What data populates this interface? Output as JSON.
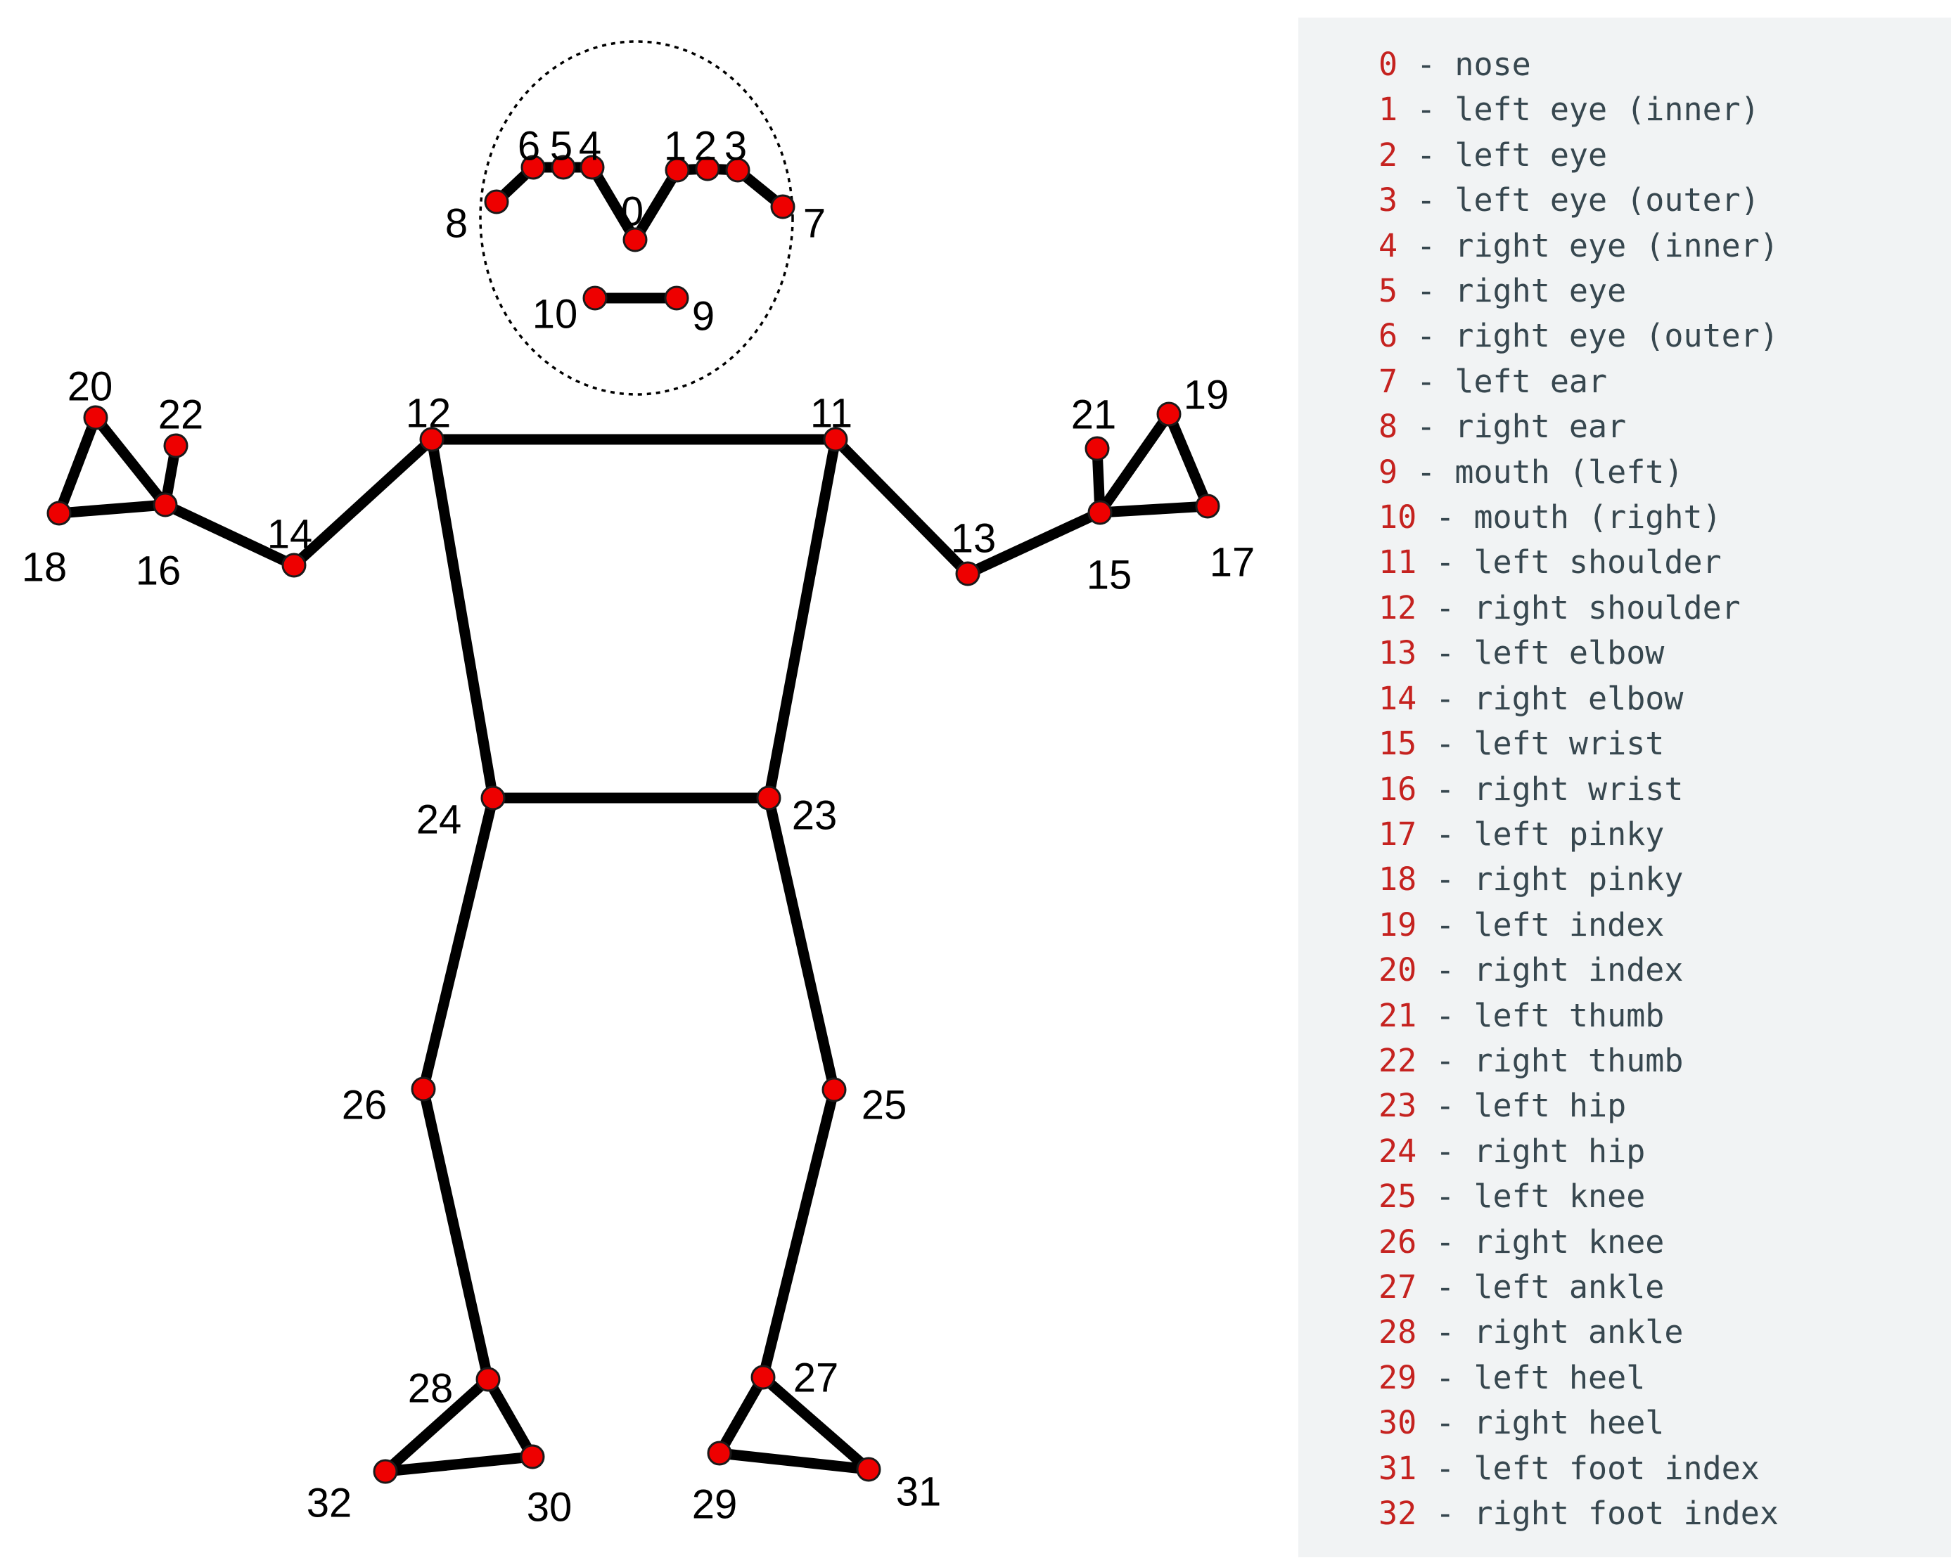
{
  "landmarks": [
    {
      "id": "0",
      "name": "nose"
    },
    {
      "id": "1",
      "name": "left eye (inner)"
    },
    {
      "id": "2",
      "name": "left eye"
    },
    {
      "id": "3",
      "name": "left eye (outer)"
    },
    {
      "id": "4",
      "name": "right eye (inner)"
    },
    {
      "id": "5",
      "name": "right eye"
    },
    {
      "id": "6",
      "name": "right eye (outer)"
    },
    {
      "id": "7",
      "name": "left ear"
    },
    {
      "id": "8",
      "name": "right ear"
    },
    {
      "id": "9",
      "name": "mouth (left)"
    },
    {
      "id": "10",
      "name": "mouth (right)"
    },
    {
      "id": "11",
      "name": "left shoulder"
    },
    {
      "id": "12",
      "name": "right shoulder"
    },
    {
      "id": "13",
      "name": "left elbow"
    },
    {
      "id": "14",
      "name": "right elbow"
    },
    {
      "id": "15",
      "name": "left wrist"
    },
    {
      "id": "16",
      "name": "right wrist"
    },
    {
      "id": "17",
      "name": "left pinky"
    },
    {
      "id": "18",
      "name": "right pinky"
    },
    {
      "id": "19",
      "name": "left index"
    },
    {
      "id": "20",
      "name": "right index"
    },
    {
      "id": "21",
      "name": "left thumb"
    },
    {
      "id": "22",
      "name": "right thumb"
    },
    {
      "id": "23",
      "name": "left hip"
    },
    {
      "id": "24",
      "name": "right hip"
    },
    {
      "id": "25",
      "name": "left knee"
    },
    {
      "id": "26",
      "name": "right knee"
    },
    {
      "id": "27",
      "name": "left ankle"
    },
    {
      "id": "28",
      "name": "right ankle"
    },
    {
      "id": "29",
      "name": "left heel"
    },
    {
      "id": "30",
      "name": "right heel"
    },
    {
      "id": "31",
      "name": "left foot index"
    },
    {
      "id": "32",
      "name": "right foot index"
    }
  ],
  "connections": [
    [
      "8",
      "6"
    ],
    [
      "6",
      "5"
    ],
    [
      "5",
      "4"
    ],
    [
      "4",
      "0"
    ],
    [
      "0",
      "1"
    ],
    [
      "1",
      "2"
    ],
    [
      "2",
      "3"
    ],
    [
      "3",
      "7"
    ],
    [
      "10",
      "9"
    ],
    [
      "12",
      "11"
    ],
    [
      "12",
      "24"
    ],
    [
      "11",
      "23"
    ],
    [
      "24",
      "23"
    ],
    [
      "12",
      "14"
    ],
    [
      "14",
      "16"
    ],
    [
      "16",
      "18"
    ],
    [
      "18",
      "20"
    ],
    [
      "20",
      "16"
    ],
    [
      "16",
      "22"
    ],
    [
      "11",
      "13"
    ],
    [
      "13",
      "15"
    ],
    [
      "15",
      "17"
    ],
    [
      "17",
      "19"
    ],
    [
      "19",
      "15"
    ],
    [
      "15",
      "21"
    ],
    [
      "24",
      "26"
    ],
    [
      "26",
      "28"
    ],
    [
      "28",
      "30"
    ],
    [
      "30",
      "32"
    ],
    [
      "32",
      "28"
    ],
    [
      "23",
      "25"
    ],
    [
      "25",
      "27"
    ],
    [
      "27",
      "29"
    ],
    [
      "29",
      "31"
    ],
    [
      "31",
      "27"
    ]
  ],
  "legend_separator": " - ",
  "colors": {
    "joint": "#ee0000",
    "bone": "#000000",
    "legend_number": "#c5221f",
    "legend_text": "#37474f",
    "legend_background": "#f1f3f4"
  }
}
